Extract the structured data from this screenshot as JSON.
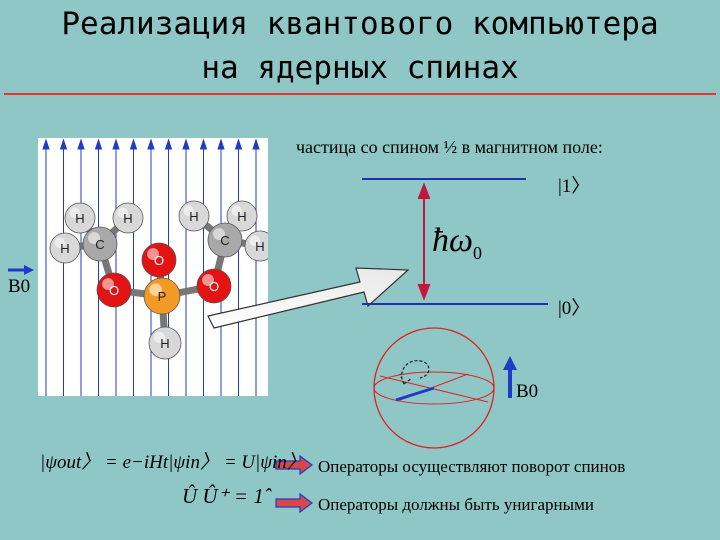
{
  "title": {
    "line1": "Реализация квантового компьютера",
    "line2": "на ядерных спинах"
  },
  "colors": {
    "background": "#8fc6c6",
    "accent_red": "#e33",
    "field_blue": "#1e3cc8",
    "level_blue": "#2030b0"
  },
  "molecule": {
    "atoms": [
      {
        "label": "H",
        "color": "#d8d8d8"
      },
      {
        "label": "H",
        "color": "#d8d8d8"
      },
      {
        "label": "H",
        "color": "#d8d8d8"
      },
      {
        "label": "C",
        "color": "#a8a8a8"
      },
      {
        "label": "H",
        "color": "#d8d8d8"
      },
      {
        "label": "H",
        "color": "#d8d8d8"
      },
      {
        "label": "H",
        "color": "#d8d8d8"
      },
      {
        "label": "C",
        "color": "#a8a8a8"
      },
      {
        "label": "O",
        "color": "#e31313"
      },
      {
        "label": "O",
        "color": "#e31313"
      },
      {
        "label": "P",
        "color": "#f29b24"
      },
      {
        "label": "O",
        "color": "#e31313"
      },
      {
        "label": "H",
        "color": "#d8d8d8"
      }
    ]
  },
  "energy_diagram": {
    "caption": "частица со спином ½ в магнитном поле:",
    "upper_level": "|1〉",
    "lower_level": "|0〉",
    "splitting_symbol": "ħω",
    "splitting_subscript": "0"
  },
  "field_labels": {
    "left": "B0",
    "right": "B0"
  },
  "equations": {
    "eq1": "|ψout〉 = e−iHt|ψin〉 = U|ψin〉",
    "eq2": "Û Û⁺ = 1̂"
  },
  "notes": {
    "n1": "Операторы осуществляют поворот спинов",
    "n2": "Операторы должны быть унигарными"
  }
}
